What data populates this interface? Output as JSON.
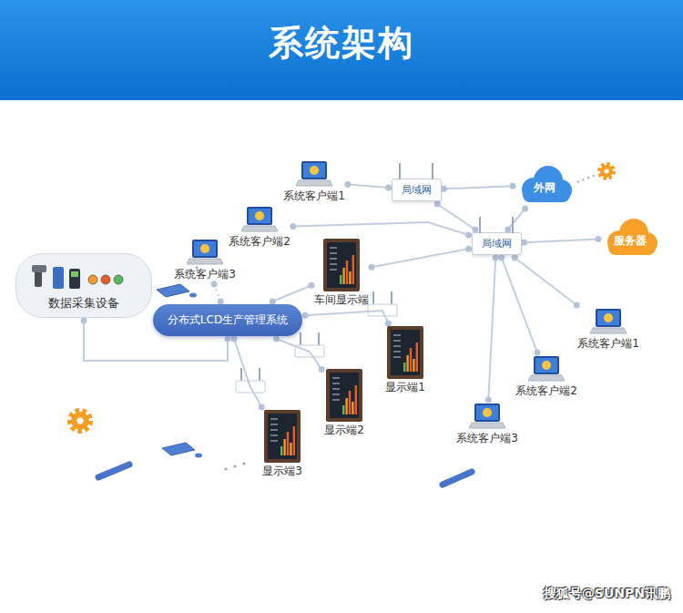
{
  "diagram": {
    "title": "系统架构",
    "nodes": [
      {
        "text": [
          "系统客户端1"
        ]
      },
      {
        "text": [
          "系统客户端2"
        ]
      },
      {
        "text": [
          "系统客户端3"
        ]
      },
      {
        "text": [
          "数据采集设备"
        ]
      },
      {
        "text": [
          "分布式LCD生产管理系统"
        ]
      },
      {
        "text": [
          "车间显示端"
        ]
      },
      {
        "text": [
          "局域网"
        ]
      },
      {
        "text": [
          "外网"
        ]
      },
      {
        "text": [
          "局域网"
        ]
      },
      {
        "text": [
          "服务器"
        ]
      },
      {
        "text": [
          "显示端1"
        ]
      },
      {
        "text": [
          "显示端2"
        ]
      },
      {
        "text": [
          "显示端3"
        ]
      },
      {
        "text": [
          "系统客户端1"
        ]
      },
      {
        "text": [
          "系统客户端2"
        ]
      },
      {
        "text": [
          "系统客户端3"
        ]
      }
    ],
    "edges": [
      {
        "from": 0,
        "to": 6,
        "arrow": "none"
      },
      {
        "from": 1,
        "to": 8,
        "arrow": "none"
      },
      {
        "from": 2,
        "to": 4,
        "arrow": "none"
      },
      {
        "from": 3,
        "to": 4,
        "arrow": "none"
      },
      {
        "from": 4,
        "to": 5,
        "arrow": "none"
      },
      {
        "from": 5,
        "to": 8,
        "arrow": "none"
      },
      {
        "from": 4,
        "to": 10,
        "arrow": "none"
      },
      {
        "from": 4,
        "to": 11,
        "arrow": "none"
      },
      {
        "from": 4,
        "to": 12,
        "arrow": "none"
      },
      {
        "from": 6,
        "to": 7,
        "arrow": "none"
      },
      {
        "from": 6,
        "to": 8,
        "arrow": "none"
      },
      {
        "from": 8,
        "to": 7,
        "arrow": "none"
      },
      {
        "from": 8,
        "to": 9,
        "arrow": "none"
      },
      {
        "from": 8,
        "to": 13,
        "arrow": "none"
      },
      {
        "from": 8,
        "to": 14,
        "arrow": "none"
      },
      {
        "from": 8,
        "to": 15,
        "arrow": "none"
      }
    ],
    "labels": [
      "搜狐号@SUNPN讯鹏"
    ]
  }
}
